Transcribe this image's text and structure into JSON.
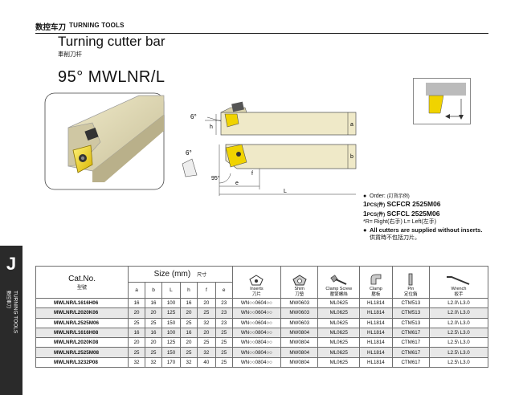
{
  "header": {
    "cn": "数控车刀",
    "en": "TURNING TOOLS"
  },
  "title": "Turning cutter bar",
  "title_cn": "車削刀杆",
  "model": "95°  MWLNR/L",
  "side_tab": {
    "letter": "J",
    "en": "TURNING TOOLS",
    "cn": "數控車刀"
  },
  "drawing": {
    "angle_top": "6°",
    "angle_side": "6°",
    "angle_cut": "95°",
    "dim_a": "a",
    "dim_b": "b",
    "dim_h": "h",
    "dim_e": "e",
    "dim_f": "f",
    "dim_L": "L"
  },
  "notes": {
    "order_label": "Order:",
    "order_cn": "(訂貨示例)",
    "ex1_qty": "1",
    "ex1_unit": "PCS(件)",
    "ex1_code": "SCFCR 2525M06",
    "ex2_qty": "1",
    "ex2_unit": "PCS(件)",
    "ex2_code": "SCFCL 2525M06",
    "rl": "*R= Right(右手)   L= Left(左手)",
    "supply": "All cutters are supplied without inserts.",
    "supply_cn": "供貨時不包括刀片。"
  },
  "table": {
    "cat_no": "Cat.No.",
    "cat_no_cn": "型號",
    "size": "Size (mm)",
    "size_cn": "尺寸",
    "size_cols": [
      "a",
      "b",
      "L",
      "h",
      "f",
      "e"
    ],
    "acc_cols": [
      {
        "icon": "insert-icon",
        "en": "Inserts",
        "cn": "刀片"
      },
      {
        "icon": "shim-icon",
        "en": "Shim",
        "cn": "刀墊"
      },
      {
        "icon": "clamp-screw-icon",
        "en": "Clamp Screw",
        "cn": "壓緊螺絲"
      },
      {
        "icon": "clamp-icon",
        "en": "Clamp",
        "cn": "壓板"
      },
      {
        "icon": "pin-icon",
        "en": "Pin",
        "cn": "定位銷"
      },
      {
        "icon": "wrench-icon",
        "en": "Wrench",
        "cn": "扳手"
      }
    ],
    "rows": [
      {
        "cat": "MWLNR/L1616H06",
        "a": "16",
        "b": "16",
        "L": "100",
        "h": "16",
        "f": "20",
        "e": "23",
        "insert": "WN○○0604○○",
        "shim": "MW0603",
        "screw": "ML0625",
        "clamp": "HL1814",
        "pin": "CTM513",
        "wrench": "L2.0\\ L3.0"
      },
      {
        "cat": "MWLNR/L2020K06",
        "a": "20",
        "b": "20",
        "L": "125",
        "h": "20",
        "f": "25",
        "e": "23",
        "insert": "WN○○0604○○",
        "shim": "MW0603",
        "screw": "ML0625",
        "clamp": "HL1814",
        "pin": "CTM513",
        "wrench": "L2.0\\ L3.0"
      },
      {
        "cat": "MWLNR/L2525M06",
        "a": "25",
        "b": "25",
        "L": "150",
        "h": "25",
        "f": "32",
        "e": "23",
        "insert": "WN○○0604○○",
        "shim": "MW0603",
        "screw": "ML0625",
        "clamp": "HL1814",
        "pin": "CTM513",
        "wrench": "L2.0\\ L3.0"
      },
      {
        "cat": "MWLNR/L1616H08",
        "a": "16",
        "b": "16",
        "L": "100",
        "h": "16",
        "f": "20",
        "e": "25",
        "insert": "WN○○0804○○",
        "shim": "MW0804",
        "screw": "ML0625",
        "clamp": "HL1814",
        "pin": "CTM617",
        "wrench": "L2.5\\ L3.0"
      },
      {
        "cat": "MWLNR/L2020K08",
        "a": "20",
        "b": "20",
        "L": "125",
        "h": "20",
        "f": "25",
        "e": "25",
        "insert": "WN○○0804○○",
        "shim": "MW0804",
        "screw": "ML0625",
        "clamp": "HL1814",
        "pin": "CTM617",
        "wrench": "L2.5\\ L3.0"
      },
      {
        "cat": "MWLNR/L2525M08",
        "a": "25",
        "b": "25",
        "L": "150",
        "h": "25",
        "f": "32",
        "e": "25",
        "insert": "WN○○0804○○",
        "shim": "MW0804",
        "screw": "ML0625",
        "clamp": "HL1814",
        "pin": "CTM617",
        "wrench": "L2.5\\ L3.0"
      },
      {
        "cat": "MWLNR/L3232P08",
        "a": "32",
        "b": "32",
        "L": "170",
        "h": "32",
        "f": "40",
        "e": "25",
        "insert": "WN○○0804○○",
        "shim": "MW0804",
        "screw": "ML0625",
        "clamp": "HL1814",
        "pin": "CTM617",
        "wrench": "L2.5\\ L3.0"
      }
    ]
  }
}
